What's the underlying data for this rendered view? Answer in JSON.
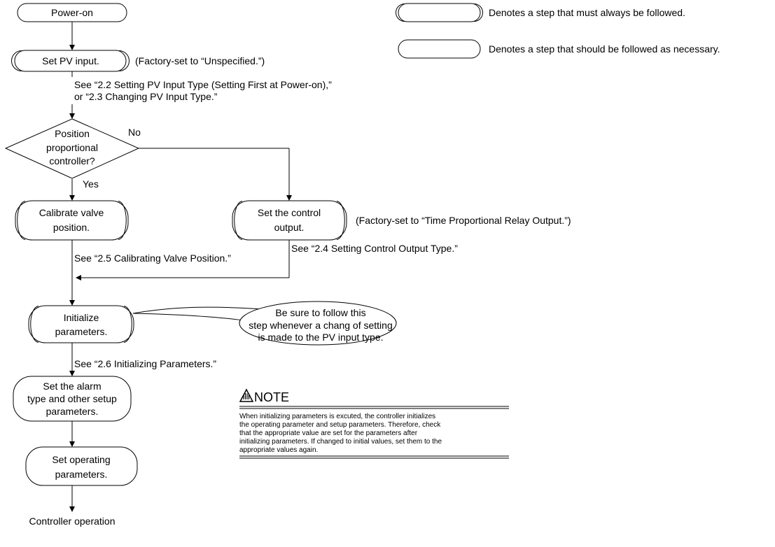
{
  "legend": {
    "always": "Denotes a step that must always be followed.",
    "as_needed": "Denotes a step that should be followed as necessary."
  },
  "nodes": {
    "power_on": "Power-on",
    "set_pv_input": "Set PV input.",
    "decision": [
      "Position",
      "proportional",
      "controller?"
    ],
    "calibrate": [
      "Calibrate valve",
      "position."
    ],
    "set_control_output": [
      "Set the control",
      "output."
    ],
    "initialize": [
      "Initialize",
      "parameters."
    ],
    "set_alarm": [
      "Set the alarm",
      "type and other setup",
      "parameters."
    ],
    "set_operating": [
      "Set operating",
      "parameters."
    ],
    "controller_operation": "Controller operation"
  },
  "branches": {
    "no": "No",
    "yes": "Yes"
  },
  "annotations": {
    "pv_factory": "(Factory-set to “Unspecified.”)",
    "pv_see_1": "See “2.2 Setting PV Input Type (Setting First at Power-on),”",
    "pv_see_2": "or “2.3 Changing PV Input Type.”",
    "calibrate_see": "See “2.5 Calibrating Valve Position.”",
    "control_factory": "(Factory-set to “Time Proportional Relay Output.”)",
    "control_see": "See “2.4 Setting Control Output Type.”",
    "init_see": "See “2.6 Initializing Parameters.”"
  },
  "callout": [
    "Be sure to follow this",
    "step whenever a chang of setting",
    "is made to the PV input type."
  ],
  "note": {
    "title": "NOTE",
    "lines": [
      "When initializing parameters is excuted, the controller initializes",
      "the operating parameter and setup parameters. Therefore, check",
      "that the appropriate value are set for the parameters after",
      "initializing parameters. If changed to initial values, set them to the",
      "appropriate values again."
    ]
  }
}
